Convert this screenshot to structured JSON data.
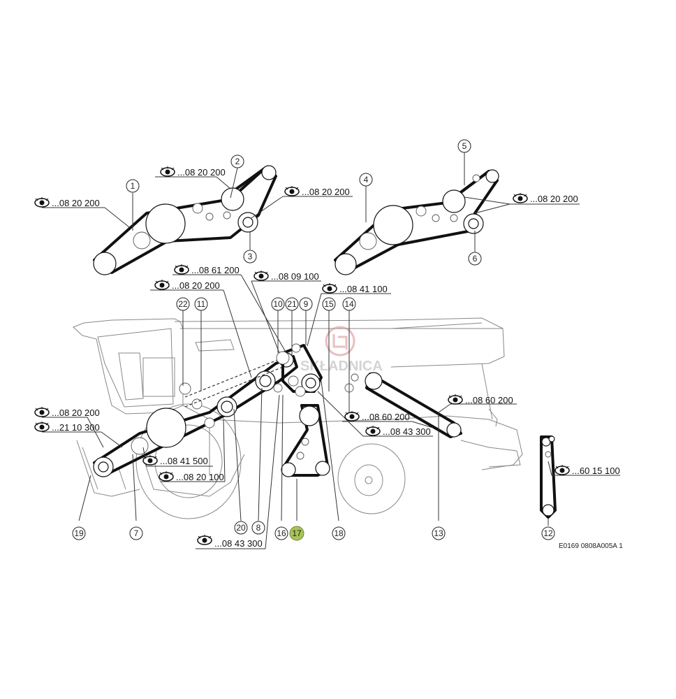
{
  "refs": {
    "r1": "...08 20 200",
    "r2": "...08 20 200",
    "r3": "...08 20 200",
    "r4": "...08 20 200",
    "r5": "...08 61 200",
    "r6": "...08 20 200",
    "r7": "...08 09 100",
    "r8": "...08 41 100",
    "r9": "...08 20 200",
    "r10": "...21 10 300",
    "r11": "...08 41 500",
    "r12": "...08 20 100",
    "r13": "...08 43 300",
    "r14": "...08 60 200",
    "r15": "...08 60 200",
    "r16": "...08 43 300",
    "r17": "...60 15 100"
  },
  "callouts": {
    "c1": "1",
    "c2": "2",
    "c3": "3",
    "c4": "4",
    "c5": "5",
    "c6": "6",
    "c22": "22",
    "c11": "11",
    "c10": "10",
    "c21": "21",
    "c9": "9",
    "c15": "15",
    "c14": "14",
    "c19": "19",
    "c7": "7",
    "c20": "20",
    "c8": "8",
    "c16": "16",
    "c17": "17",
    "c18": "18",
    "c13": "13",
    "c12": "12"
  },
  "highlight_color": "#a9c25a",
  "figure_code": "E0169 0808A005A 1",
  "watermark": "SKŁADNICA"
}
